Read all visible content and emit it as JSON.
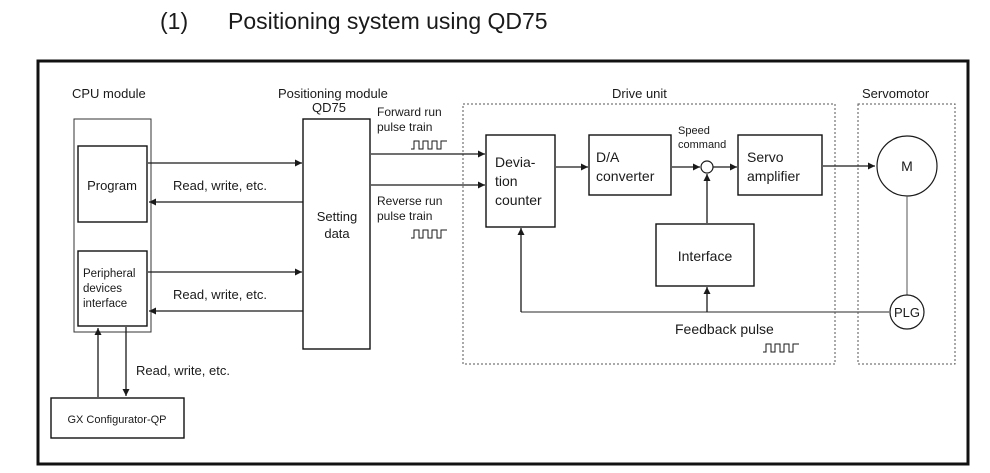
{
  "heading": {
    "number": "(1)",
    "title": "Positioning system using QD75"
  },
  "labels": {
    "cpu_module": "CPU module",
    "positioning_module": "Positioning module",
    "qd75": "QD75",
    "drive_unit": "Drive unit",
    "servomotor": "Servomotor",
    "program": "Program",
    "peripheral_line1": "Peripheral",
    "peripheral_line2": "devices",
    "peripheral_line3": "interface",
    "setting_line1": "Setting",
    "setting_line2": "data",
    "rw1": "Read, write, etc.",
    "rw2": "Read, write, etc.",
    "rw3": "Read, write, etc.",
    "forward_line1": "Forward run",
    "forward_line2": "pulse train",
    "reverse_line1": "Reverse run",
    "reverse_line2": "pulse train",
    "deviation_line1": "Devia-",
    "deviation_line2": "tion",
    "deviation_line3": "counter",
    "da_line1": "D/A",
    "da_line2": "converter",
    "speed_line1": "Speed",
    "speed_line2": "command",
    "servo_line1": "Servo",
    "servo_line2": "amplifier",
    "interface": "Interface",
    "feedback_pulse": "Feedback pulse",
    "motor_m": "M",
    "plg": "PLG",
    "gx": "GX Configurator-QP"
  }
}
